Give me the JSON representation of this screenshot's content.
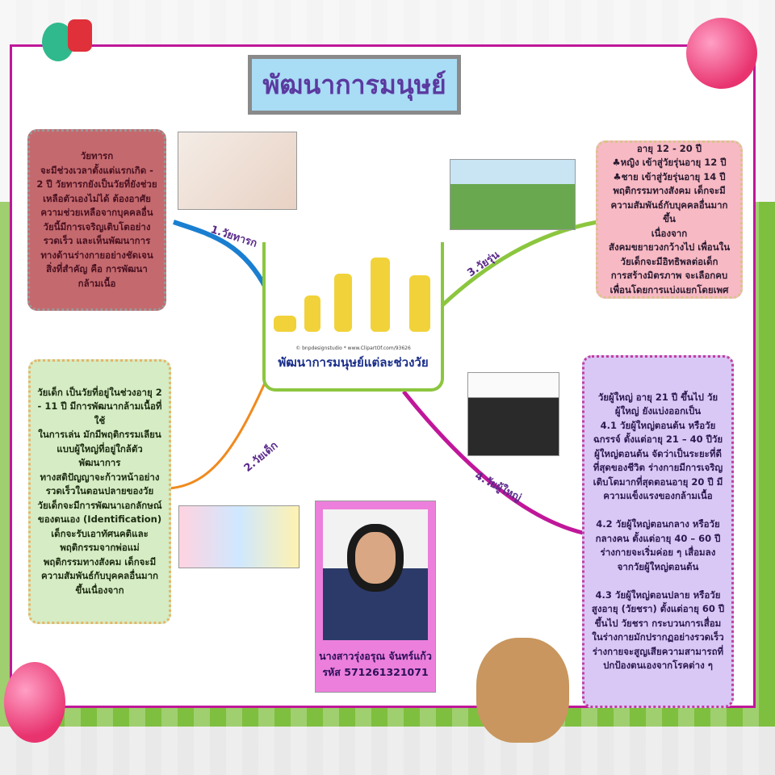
{
  "title": "พัฒนาการมนุษย์",
  "center": {
    "credit": "© bnpdesignstudio  *  www.ClipartOf.com/93626",
    "title": "พัฒนาการมนุษย์แต่ละช่วงวัย"
  },
  "branches": [
    {
      "label": "1.วัยทารก",
      "color": "#1a7fd0",
      "text": "วัยทารก\nจะมีช่วงเวลาตั้งแต่แรกเกิด - 2 ปี วัยทารกยังเป็นวัยที่ยังช่วยเหลือตัวเองไม่ได้ ต้องอาศัยความช่วยเหลือจากบุคคลอื่น วัยนี้มีการเจริญเติบโตอย่างรวดเร็ว และเห็นพัฒนาการทางด้านร่างกายอย่างชัดเจน สิ่งที่สำคัญ คือ การพัฒนากล้ามเนื้อ"
    },
    {
      "label": "2.วัยเด็ก",
      "color": "#f08a1e",
      "text": "วัยเด็ก เป็นวัยที่อยู่ในช่วงอายุ 2 - 11 ปี มีการพัฒนากล้ามเนื้อที่ใช้\nในการเล่น มักมีพฤติกรรมเลียนแบบผู้ใหญ่ที่อยู่ใกล้ตัว\nพัฒนาการ\nทางสติปัญญาจะก้าวหน้าอย่างรวดเร็วในตอนปลายของวัย\nวัยเด็กจะมีการพัฒนาเอกลักษณ์ของตนเอง (Identification) เด็กจะรับเอาทัศนคติและพฤติกรรมจากพ่อแม่\nพฤติกรรมทางสังคม เด็กจะมีความสัมพันธ์กับบุคคลอื่นมากขึ้นเนื่องจาก"
    },
    {
      "label": "3.วัยรุ่น",
      "color": "#8cc63f",
      "text": "อายุ 12 - 20 ปี\n♣หญิง เข้าสู่วัยรุ่นอายุ 12 ปี\n♣ชาย เข้าสู่วัยรุ่นอายุ 14 ปี\nพฤติกรรมทางสังคม เด็กจะมีความสัมพันธ์กับบุคคลอื่นมากขึ้น\nเนื่องจาก\nสังคมขยายวงกว้างไป เพื่อนในวัยเด็กจะมีอิทธิพลต่อเด็ก\nการสร้างมิตรภาพ จะเลือกคบเพื่อนโดยการแบ่งแยกโดยเพศ"
    },
    {
      "label": "4.วัยผู้ใหญ่",
      "color": "#c0179a",
      "text": "วัยผู้ใหญ่ อายุ 21 ปี ขึ้นไป วัยผู้ใหญ่ ยังแบ่งออกเป็น\n4.1 วัยผู้ใหญ่ตอนต้น หรือวัยฉกรรจ์ ตั้งแต่อายุ 21 – 40 ปีวัยผู้ใหญ่ตอนต้น จัดว่าเป็นระยะที่ดีที่สุดของชีวิต ร่างกายมีการเจริญเติบโตมากที่สุดตอนอายุ 20 ปี มีความแข็งแรงของกล้ามเนื้อ\n\n4.2 วัยผู้ใหญ่ตอนกลาง หรือวัยกลางคน ตั้งแต่อายุ 40 – 60 ปี ร่างกายจะเริ่มค่อย ๆ เสื่อมลง จากวัยผู้ใหญ่ตอนต้น\n\n4.3 วัยผู้ใหญ่ตอนปลาย หรือวัยสูงอายุ (วัยชรา) ตั้งแต่อายุ 60 ปีขึ้นไป วัยชรา กระบวนการเสื่อมในร่างกายมักปรากฏอย่างรวดเร็ว ร่างกายจะสูญเสียความสามารถที่ปกป้องตนเองจากโรคต่าง ๆ"
    }
  ],
  "author": {
    "name": "นางสาวรุ่งอรุณ จันทร์แก้ว",
    "id": "รหัส 571261321071"
  },
  "colors": {
    "border": "#c0179a",
    "title_bg": "#a9dcf5",
    "title_text": "#5b3aa0"
  }
}
